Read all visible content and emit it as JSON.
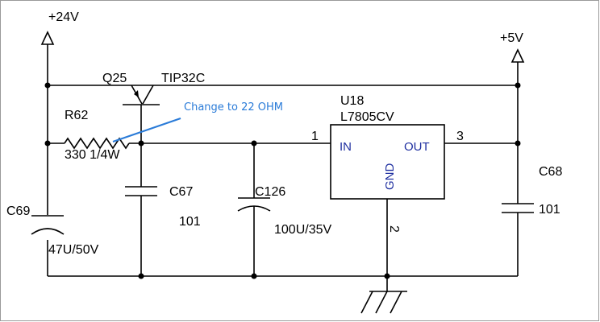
{
  "rails": {
    "supply_24v": "+24V",
    "supply_5v": "+5V"
  },
  "transistor": {
    "ref": "Q25",
    "part": "TIP32C"
  },
  "resistor": {
    "ref": "R62",
    "value": "330 1/4W"
  },
  "annotation": {
    "text": "Change to 22 OHM",
    "color": "#2a7bd8"
  },
  "regulator": {
    "ref": "U18",
    "part": "L7805CV",
    "pin_in_label": "IN",
    "pin_out_label": "OUT",
    "pin_gnd_label": "GND",
    "pin_in_num": "1",
    "pin_out_num": "3",
    "pin_gnd_num": "2",
    "label_color": "#2030a0"
  },
  "capacitors": {
    "c67": {
      "ref": "C67",
      "value": "101"
    },
    "c126": {
      "ref": "C126",
      "value": "100U/35V"
    },
    "c69": {
      "ref": "C69",
      "value": "47U/50V"
    },
    "c68": {
      "ref": "C68",
      "value": "101"
    }
  }
}
